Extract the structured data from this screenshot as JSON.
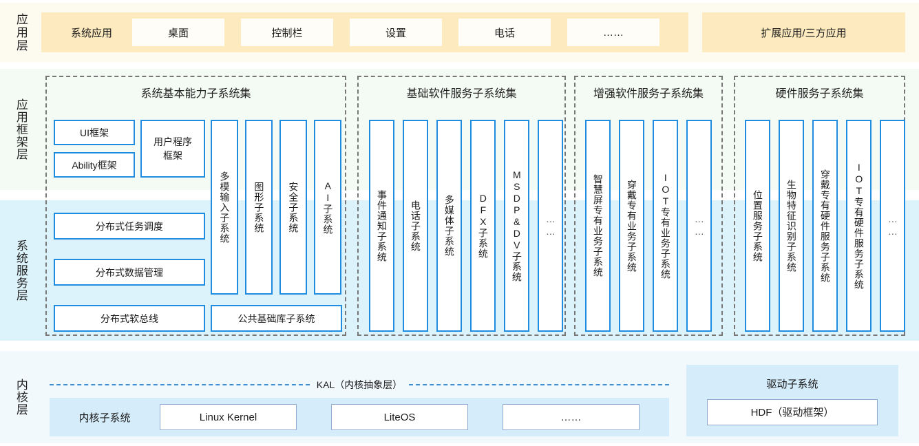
{
  "layers": {
    "application": {
      "label": "应用层",
      "system_apps_label": "系统应用",
      "apps": [
        "桌面",
        "控制栏",
        "设置",
        "电话",
        "……"
      ],
      "extension_label": "扩展应用/三方应用"
    },
    "framework": {
      "label": "应用框架层"
    },
    "system_service": {
      "label": "系统服务层"
    },
    "kernel": {
      "label": "内核层",
      "kal_label": "KAL（内核抽象层）",
      "kernel_subsystem_label": "内核子系统",
      "kernels": [
        "Linux Kernel",
        "LiteOS",
        "……"
      ],
      "driver_subsystem_label": "驱动子系统",
      "driver_framework": "HDF（驱动框架）"
    }
  },
  "groups": [
    {
      "title": "系统基本能力子系统集",
      "ui_framework": "UI框架",
      "ability_framework": "Ability框架",
      "user_program_framework": "用户程序\n框架",
      "distributed_task": "分布式任务调度",
      "distributed_data": "分布式数据管理",
      "distributed_softbus": "分布式软总线",
      "common_lib": "公共基础库子系统",
      "tall": [
        "多模输入子系统",
        "图形子系统",
        "安全子系统",
        "AI子系统"
      ]
    },
    {
      "title": "基础软件服务子系统集",
      "tall": [
        "事件通知子系统",
        "电话子系统",
        "多媒体子系统",
        "DFX子系统",
        "MSDP&DV子系统",
        "……"
      ]
    },
    {
      "title": "增强软件服务子系统集",
      "tall": [
        "智慧屏专有业务子系统",
        "穿戴专有业务子系统",
        "IOT专有业务子系统",
        "……"
      ]
    },
    {
      "title": "硬件服务子系统集",
      "tall": [
        "位置服务子系统",
        "生物特征识别子系统",
        "穿戴专有硬件服务子系统",
        "IOT专有硬件服务子系统",
        "……"
      ]
    }
  ],
  "colors": {
    "app_layer_bg": "#fdfaf0",
    "app_bar_bg": "#fdeabf",
    "framework_bg": "#f4faf4",
    "service_bg": "#ddf3fb",
    "kernel_bg": "#f2f9fd",
    "kernel_band_bg": "#d5ecfa",
    "box_border": "#1f8ce0",
    "group_border": "#777777",
    "kal_dash": "#3d8fd6"
  }
}
